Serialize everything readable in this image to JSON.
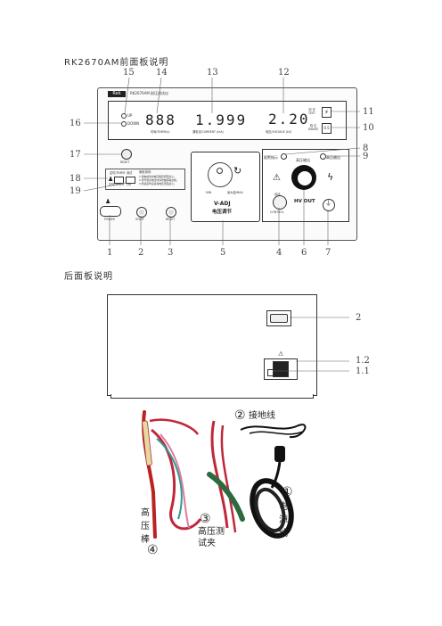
{
  "front": {
    "title": "RK2670AM前面板说明",
    "brand_logo": "Rek",
    "model_header": "RK2670AM 耐压测试仪",
    "callouts": [
      "15",
      "14",
      "13",
      "12",
      "11",
      "10",
      "16",
      "17",
      "18",
      "19",
      "8",
      "9",
      "1",
      "2",
      "3",
      "5",
      "4",
      "6",
      "7"
    ],
    "display": {
      "up_label": "UP",
      "down_label": "DOWN",
      "time_digits": "888",
      "time_label": "时间/TIMER(s)",
      "current_digits": "1.999",
      "current_label": "漏电流/CURRENT (mA)",
      "voltage_digits": "2.20",
      "voltage_label": "电压/VOLTAGE (kV)",
      "test_label": "测 试",
      "test_label_en": "TEST",
      "range_label": "档 位",
      "range_label_en": "RANGE",
      "range_value": "0.5"
    },
    "reset_small_label": "RESET",
    "mode_block": {
      "top_labels": [
        "定时/TIMER",
        "测试"
      ],
      "bottom_labels": [
        "定时/TIMER",
        "ON"
      ],
      "right_title": "使用说明：",
      "right_lines": [
        "1.通电前请将电压旋钮调至最小。",
        "2.调节测试电压时请勿触摸输出端。",
        "3.测试完毕后请将电压调至最小。"
      ]
    },
    "power_label": "POWER",
    "knob": {
      "min_label": "MIN",
      "max_label": "最大值/MAX",
      "title_en": "V-ADJ",
      "title_cn": "电压调节"
    },
    "hv_panel": {
      "alarm_label": "报警指示",
      "hv_indicator_label": "高压输出",
      "hv_title": "高压输出",
      "hv_out": "HV OUT",
      "start_label": "启动",
      "control": "CONTROL",
      "ground_icon": "ground-icon"
    },
    "bottom_buttons": [
      "START",
      "RESET"
    ]
  },
  "rear": {
    "title": "后面板说明",
    "callouts": [
      "2",
      "1.2",
      "1.1"
    ]
  },
  "accessories": {
    "items": [
      {
        "num": "②",
        "label": "接地线"
      },
      {
        "num": "①",
        "label": "电源线"
      },
      {
        "num": "③",
        "label": "高压测试夹"
      },
      {
        "num": "④",
        "label": "高压棒"
      }
    ]
  }
}
